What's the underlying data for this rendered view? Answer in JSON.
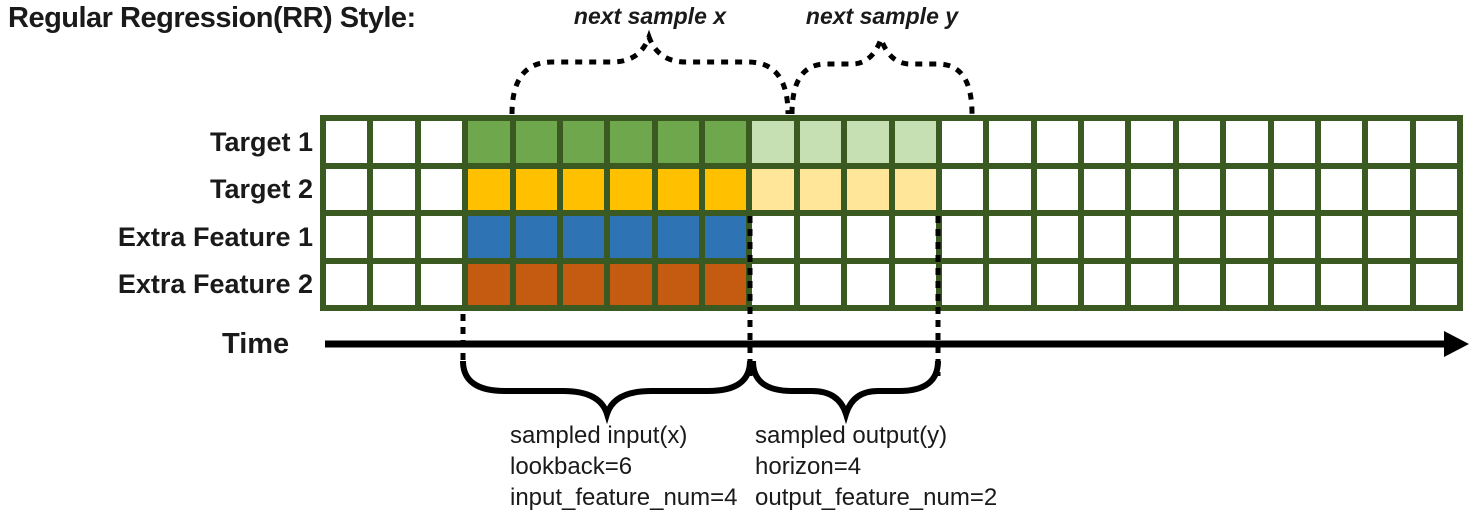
{
  "title": "Regular Regression(RR) Style:",
  "colors": {
    "grid_border": "#3A5A22",
    "empty": "#FFFFFF",
    "target1_input": "#6FA84C",
    "target1_output": "#C6E0B4",
    "target2_input": "#FFC000",
    "target2_output": "#FFE699",
    "extra1_input": "#2E74B5",
    "extra2_input": "#C55A11",
    "annotation": "#000000"
  },
  "grid": {
    "num_columns": 24,
    "rows": [
      {
        "label": "Target 1",
        "input_color": "#6FA84C",
        "input_cols": [
          4,
          9
        ],
        "output_color": "#C6E0B4",
        "output_cols": [
          10,
          13
        ]
      },
      {
        "label": "Target 2",
        "input_color": "#FFC000",
        "input_cols": [
          4,
          9
        ],
        "output_color": "#FFE699",
        "output_cols": [
          10,
          13
        ]
      },
      {
        "label": "Extra Feature 1",
        "input_color": "#2E74B5",
        "input_cols": [
          4,
          9
        ]
      },
      {
        "label": "Extra Feature 2",
        "input_color": "#C55A11",
        "input_cols": [
          4,
          9
        ]
      }
    ]
  },
  "annotations": {
    "next_sample_x": "next sample x",
    "next_sample_y": "next sample y",
    "time_label": "Time",
    "input_block": "sampled input(x)\nlookback=6\ninput_feature_num=4",
    "output_block": "sampled output(y)\nhorizon=4\noutput_feature_num=2"
  }
}
